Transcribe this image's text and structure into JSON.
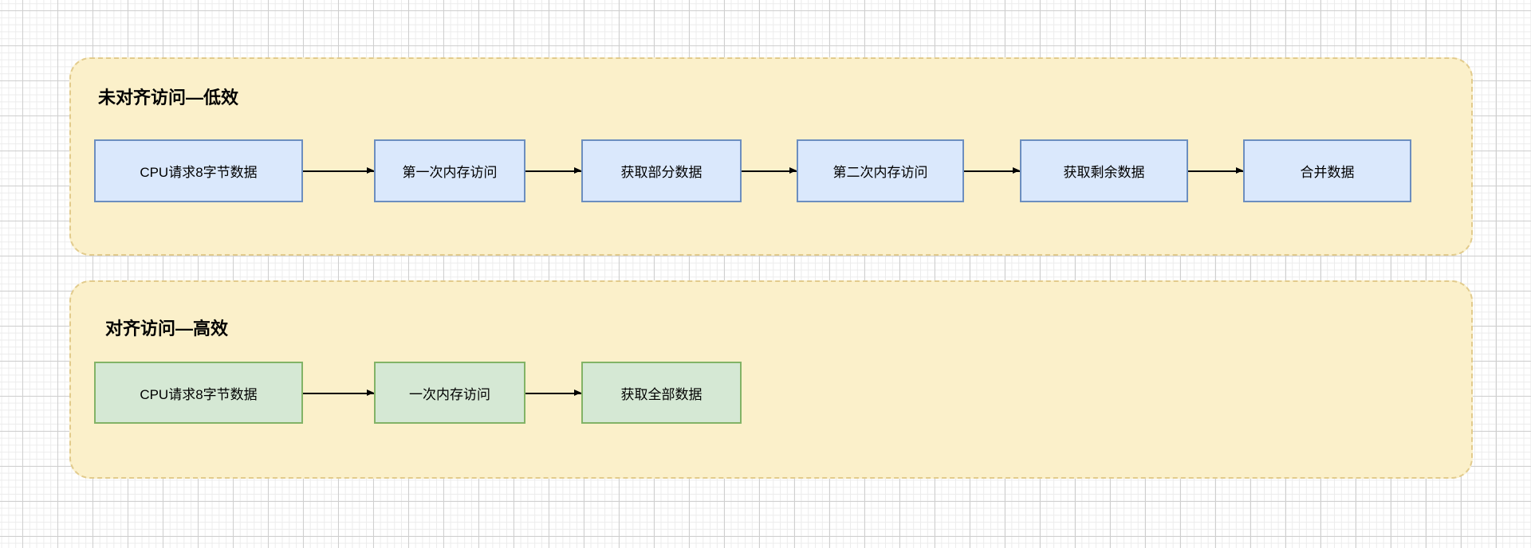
{
  "diagram": {
    "canvas": {
      "background_color": "#ffffff",
      "grid_minor_color": "#ececec",
      "grid_major_color": "#cfcfcf"
    },
    "arrow_color": "#000000",
    "groups": [
      {
        "id": "unaligned",
        "title": "未对齐访问—低效",
        "fill": "#FBF0CA",
        "border_color": "#E2CB8C",
        "node_fill": "#DAE8FC",
        "node_border": "#6C8EBF",
        "nodes": [
          "CPU请求8字节数据",
          "第一次内存访问",
          "获取部分数据",
          "第二次内存访问",
          "获取剩余数据",
          "合并数据"
        ]
      },
      {
        "id": "aligned",
        "title": "对齐访问—高效",
        "fill": "#FBF0CA",
        "border_color": "#E2CB8C",
        "node_fill": "#D5E8D4",
        "node_border": "#82B366",
        "nodes": [
          "CPU请求8字节数据",
          "一次内存访问",
          "获取全部数据"
        ]
      }
    ]
  }
}
